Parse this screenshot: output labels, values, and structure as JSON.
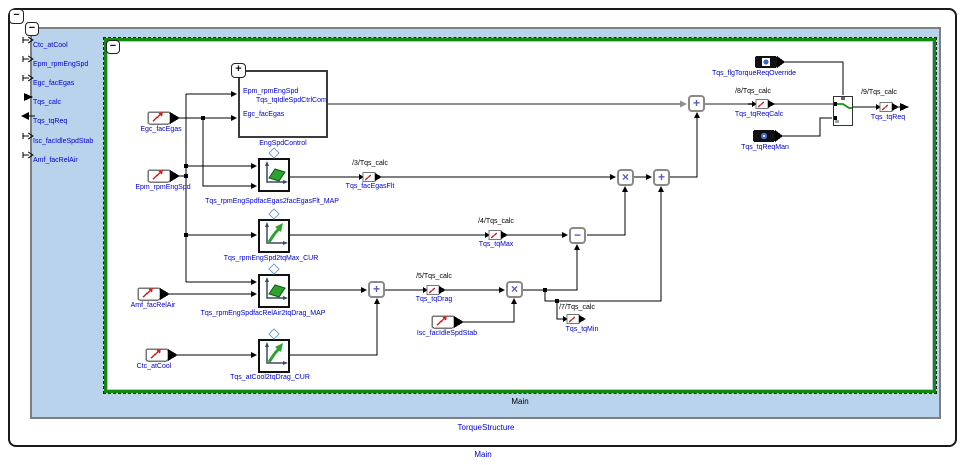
{
  "icons": {
    "collapse": "−",
    "expand": "+",
    "add": "+",
    "multiply": "×",
    "subtract": "−"
  },
  "window": {
    "label": "Main"
  },
  "panel": {
    "label": "TorqueStructure"
  },
  "frame": {
    "label": "Main"
  },
  "pins": {
    "p1": "Ctc_atCool",
    "p2": "Epm_rpmEngSpd",
    "p3": "Egc_facEgas",
    "p4": "Tqs_calc",
    "p5": "Tqs_tqReq",
    "p6": "Isc_facIdleSpdStab",
    "p7": "Amf_facRelAir"
  },
  "engspd": {
    "label": "EngSpdControl",
    "in1": "Epm_rpmEngSpd",
    "in2": "Egc_facEgas",
    "out": "Tqs_tqIdleSpdCtrlCom"
  },
  "blocks": {
    "map1": "Tqs_rpmEngSpdfacEgas2facEgasFlt_MAP",
    "cur1": "Tqs_rpmEngSpd2tqMax_CUR",
    "map2": "Tqs_rpmEngSpdfacRelAir2tqDrag_MAP",
    "cur2": "Tqs_atCool2tqDrag_CUR"
  },
  "sources": {
    "egc": "Egc_facEgas",
    "epm": "Epm_rpmEngSpd",
    "amf": "Amf_facRelAir",
    "ctc": "Ctc_atCool",
    "isc": "Isc_facIdleSpdStab",
    "man": "Tqs_tqReqMan",
    "ovr": "Tqs_flgTorqueReqOverride"
  },
  "taps": {
    "t3": {
      "ref": "/3/Tqs_calc",
      "name": "Tqs_facEgasFlt"
    },
    "t4": {
      "ref": "/4/Tqs_calc",
      "name": "Tqs_tqMax"
    },
    "t5": {
      "ref": "/5/Tqs_calc",
      "name": "Tqs_tqDrag"
    },
    "t7": {
      "ref": "/7/Tqs_calc",
      "name": "Tqs_tqMin"
    },
    "t8": {
      "ref": "/8/Tqs_calc",
      "name": "Tqs_tqReqCalc"
    },
    "t9": {
      "ref": "/9/Tqs_calc",
      "name": "Tqs_tqReq"
    }
  }
}
